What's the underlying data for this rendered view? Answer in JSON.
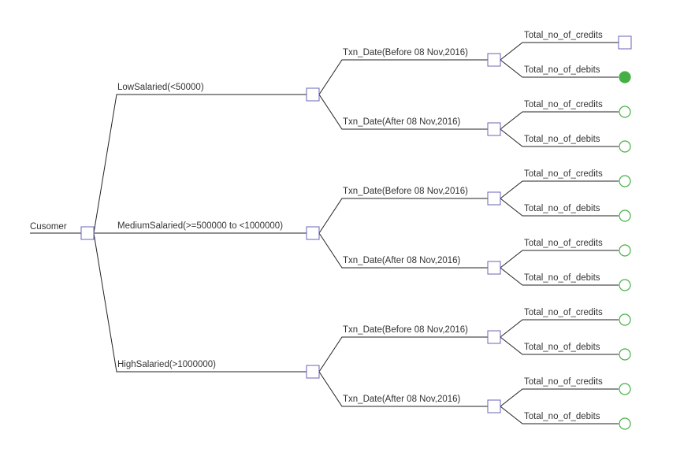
{
  "colors": {
    "decision_node_stroke": "#6666bb",
    "terminal_stroke": "#44b044",
    "terminal_fill_selected": "#44b044",
    "line": "#222222"
  },
  "tree": {
    "root": {
      "label": "Cusomer",
      "node": "decision"
    },
    "salary_branches": [
      {
        "label": "LowSalaried(<50000)",
        "date_branches": [
          {
            "label": "Txn_Date(Before 08 Nov,2016)",
            "leaves": [
              {
                "label": "Total_no_of_credits",
                "node": "decision"
              },
              {
                "label": "Total_no_of_debits",
                "node": "terminal-filled"
              }
            ]
          },
          {
            "label": "Txn_Date(After 08 Nov,2016)",
            "leaves": [
              {
                "label": "Total_no_of_credits",
                "node": "terminal"
              },
              {
                "label": "Total_no_of_debits",
                "node": "terminal"
              }
            ]
          }
        ]
      },
      {
        "label": "MediumSalaried(>=500000 to <1000000)",
        "date_branches": [
          {
            "label": "Txn_Date(Before 08 Nov,2016)",
            "leaves": [
              {
                "label": "Total_no_of_credits",
                "node": "terminal"
              },
              {
                "label": "Total_no_of_debits",
                "node": "terminal"
              }
            ]
          },
          {
            "label": "Txn_Date(After 08 Nov,2016)",
            "leaves": [
              {
                "label": "Total_no_of_credits",
                "node": "terminal"
              },
              {
                "label": "Total_no_of_debits",
                "node": "terminal"
              }
            ]
          }
        ]
      },
      {
        "label": "HighSalaried(>1000000)",
        "date_branches": [
          {
            "label": "Txn_Date(Before 08 Nov,2016)",
            "leaves": [
              {
                "label": "Total_no_of_credits",
                "node": "terminal"
              },
              {
                "label": "Total_no_of_debits",
                "node": "terminal"
              }
            ]
          },
          {
            "label": "Txn_Date(After 08 Nov,2016)",
            "leaves": [
              {
                "label": "Total_no_of_credits",
                "node": "terminal"
              },
              {
                "label": "Total_no_of_debits",
                "node": "terminal"
              }
            ]
          }
        ]
      }
    ]
  }
}
